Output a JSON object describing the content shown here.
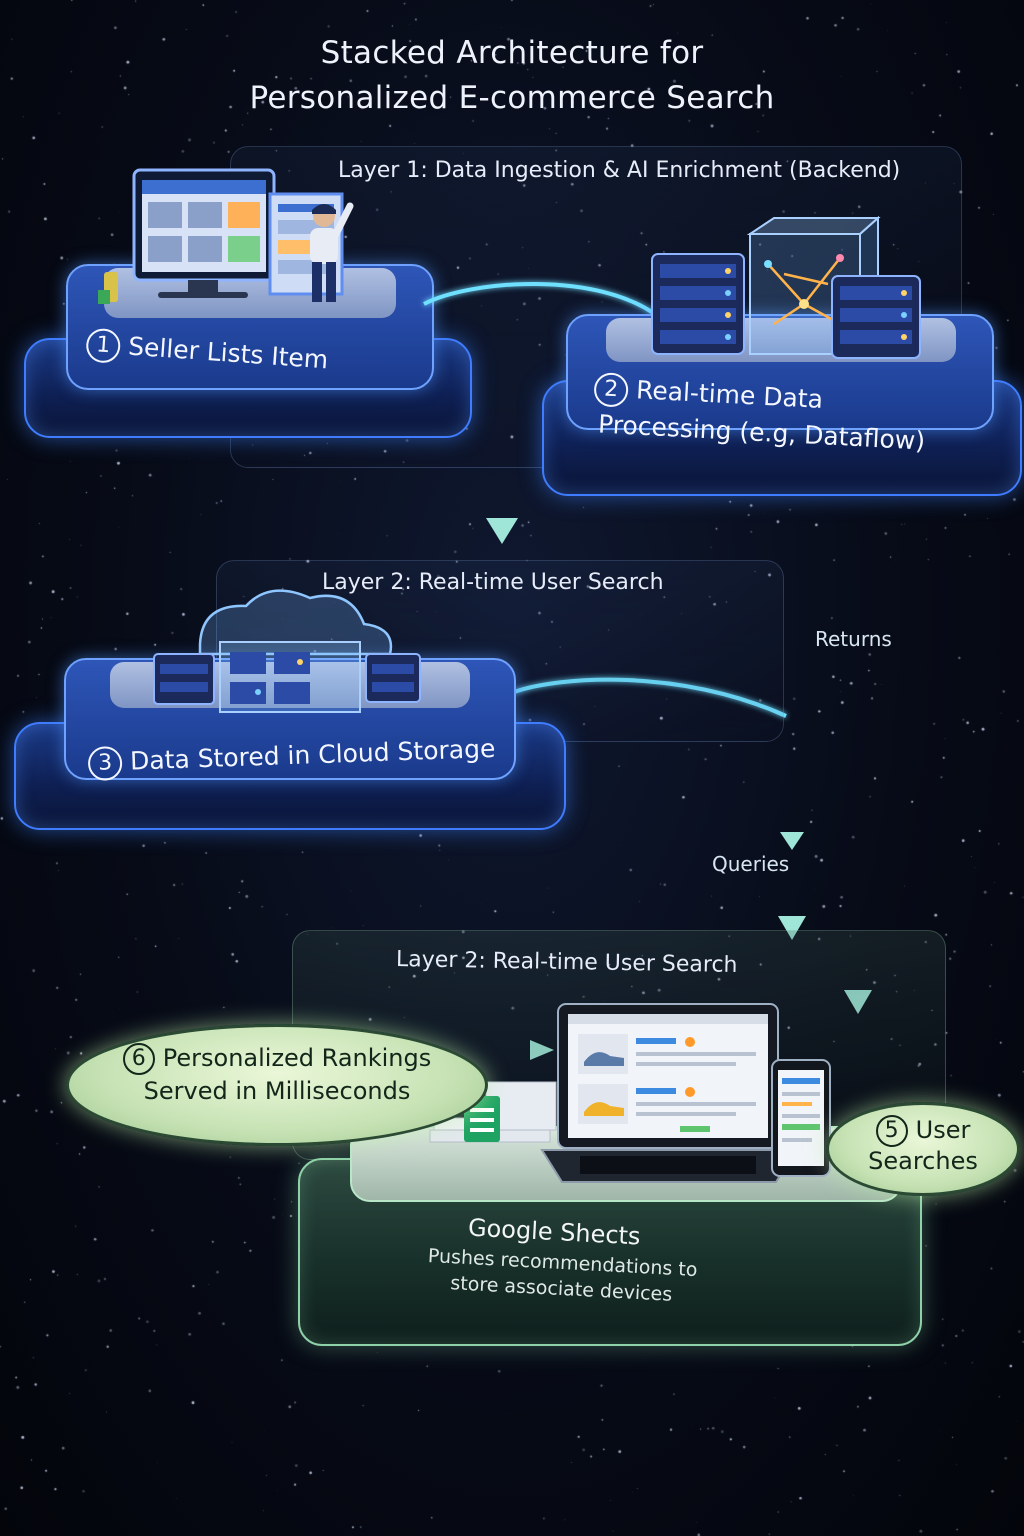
{
  "title_lines": [
    "Stacked Architecture for",
    "Personalized E-commerce Search"
  ],
  "layers": {
    "layer1": "Layer 1: Data Ingestion & AI Enrichment (Backend)",
    "layer2_top": "Layer 2: Real-time User Search",
    "layer2_bottom": "Layer 2: Real-time User Search"
  },
  "steps": {
    "s1": {
      "num": "1",
      "label": "Seller Lists Item"
    },
    "s2": {
      "num": "2",
      "line1": "Real-time Data",
      "line2": "Processing (e.g, Dataflow)"
    },
    "s3": {
      "num": "3",
      "label": "Data Stored in Cloud Storage"
    },
    "s5": {
      "num": "5",
      "line1": "User",
      "line2": "Searches"
    },
    "s6": {
      "num": "6",
      "line1": "Personalized Rankings",
      "line2": "Served in Milliseconds"
    }
  },
  "flows": {
    "returns": "Returns",
    "queries": "Queries"
  },
  "sheets": {
    "title": "Google Shects",
    "line1": "Pushes recommendations to",
    "line2": "store associate devices"
  },
  "colors": {
    "blue_glow": "#3f7cff",
    "green_glow": "#8fd1a8",
    "arrow": "#9fe6d8",
    "background": "#070b17"
  },
  "icons": [
    "monitor-icon",
    "seller-person-icon",
    "server-rack-icon",
    "data-cube-icon",
    "cloud-icon",
    "laptop-icon",
    "phone-icon",
    "spreadsheet-icon"
  ]
}
